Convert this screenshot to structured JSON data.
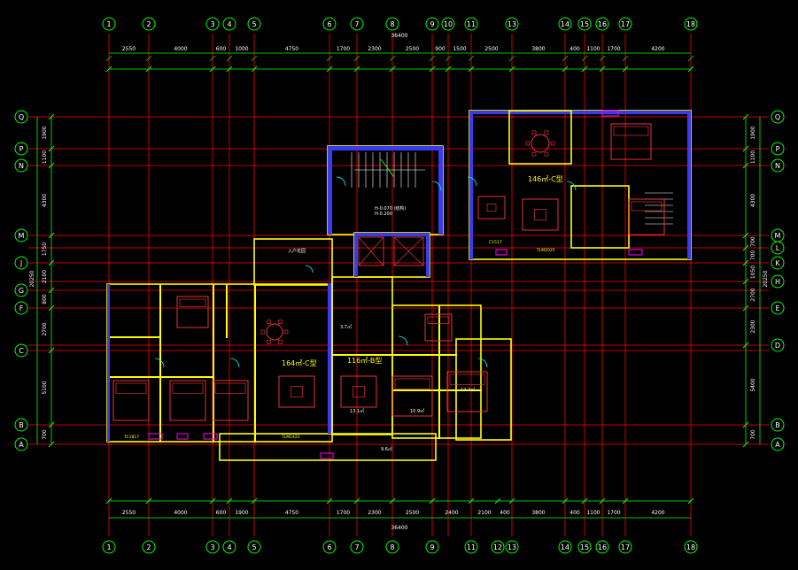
{
  "axes": {
    "columns": [
      "1",
      "2",
      "3",
      "4",
      "5",
      "6",
      "7",
      "8",
      "9",
      "10",
      "11",
      "13",
      "14",
      "15",
      "16",
      "17",
      "18"
    ],
    "columns_bottom": [
      "1",
      "2",
      "3",
      "4",
      "5",
      "6",
      "7",
      "8",
      "9",
      "11",
      "12",
      "13",
      "14",
      "15",
      "16",
      "17",
      "18"
    ],
    "rows": [
      "Q",
      "P",
      "N",
      "M",
      "L",
      "K",
      "J",
      "H",
      "G",
      "F",
      "E",
      "D",
      "C",
      "B",
      "A"
    ]
  },
  "dimensions": {
    "top_segments": [
      "2550",
      "4000",
      "600",
      "1000",
      "4750",
      "1700",
      "2300",
      "2500",
      "900",
      "1500",
      "2500",
      "3800",
      "400",
      "1100",
      "1700",
      "4200"
    ],
    "top_total": "36400",
    "bottom_segments": [
      "2550",
      "4000",
      "600",
      "1900",
      "4750",
      "1700",
      "2300",
      "2500",
      "2400",
      "2100",
      "400",
      "3800",
      "400",
      "1100",
      "1700",
      "4200"
    ],
    "bottom_total": "36400",
    "left_segments": [
      "1900",
      "1100",
      "4300",
      "1750",
      "2100",
      "800",
      "2700",
      "5100",
      "700"
    ],
    "left_total": "20250",
    "right_segments": [
      "1900",
      "1100",
      "4300",
      "700",
      "700",
      "1050",
      "2700",
      "2300",
      "5400",
      "700"
    ],
    "right_total": "20250"
  },
  "labels": {
    "unit_a": "164㎡-C型",
    "unit_b": "116㎡-B型",
    "unit_c": "146㎡-C型",
    "stair_level": "H-0.070 (结构)",
    "stair_level2": "H-0.200",
    "entrance": "入户花园",
    "area1": "3.7㎡",
    "area2": "9.6㎡",
    "area3": "10.9㎡",
    "area4": "13.1㎡",
    "area5": "12.2㎡",
    "door1": "TLM2422",
    "door2": "C1517",
    "door3": "TC1817",
    "door4": "TLM2025"
  },
  "colors": {
    "grid": "#ff0000",
    "dim": "#00ff00",
    "bubble": "#00ff00",
    "wall": "#ffff00",
    "wall_fill": "#3a3af0",
    "furniture": "#ff3b3b",
    "text": "#ffffff",
    "cyan": "#00ffff",
    "magenta": "#ff00ff"
  }
}
